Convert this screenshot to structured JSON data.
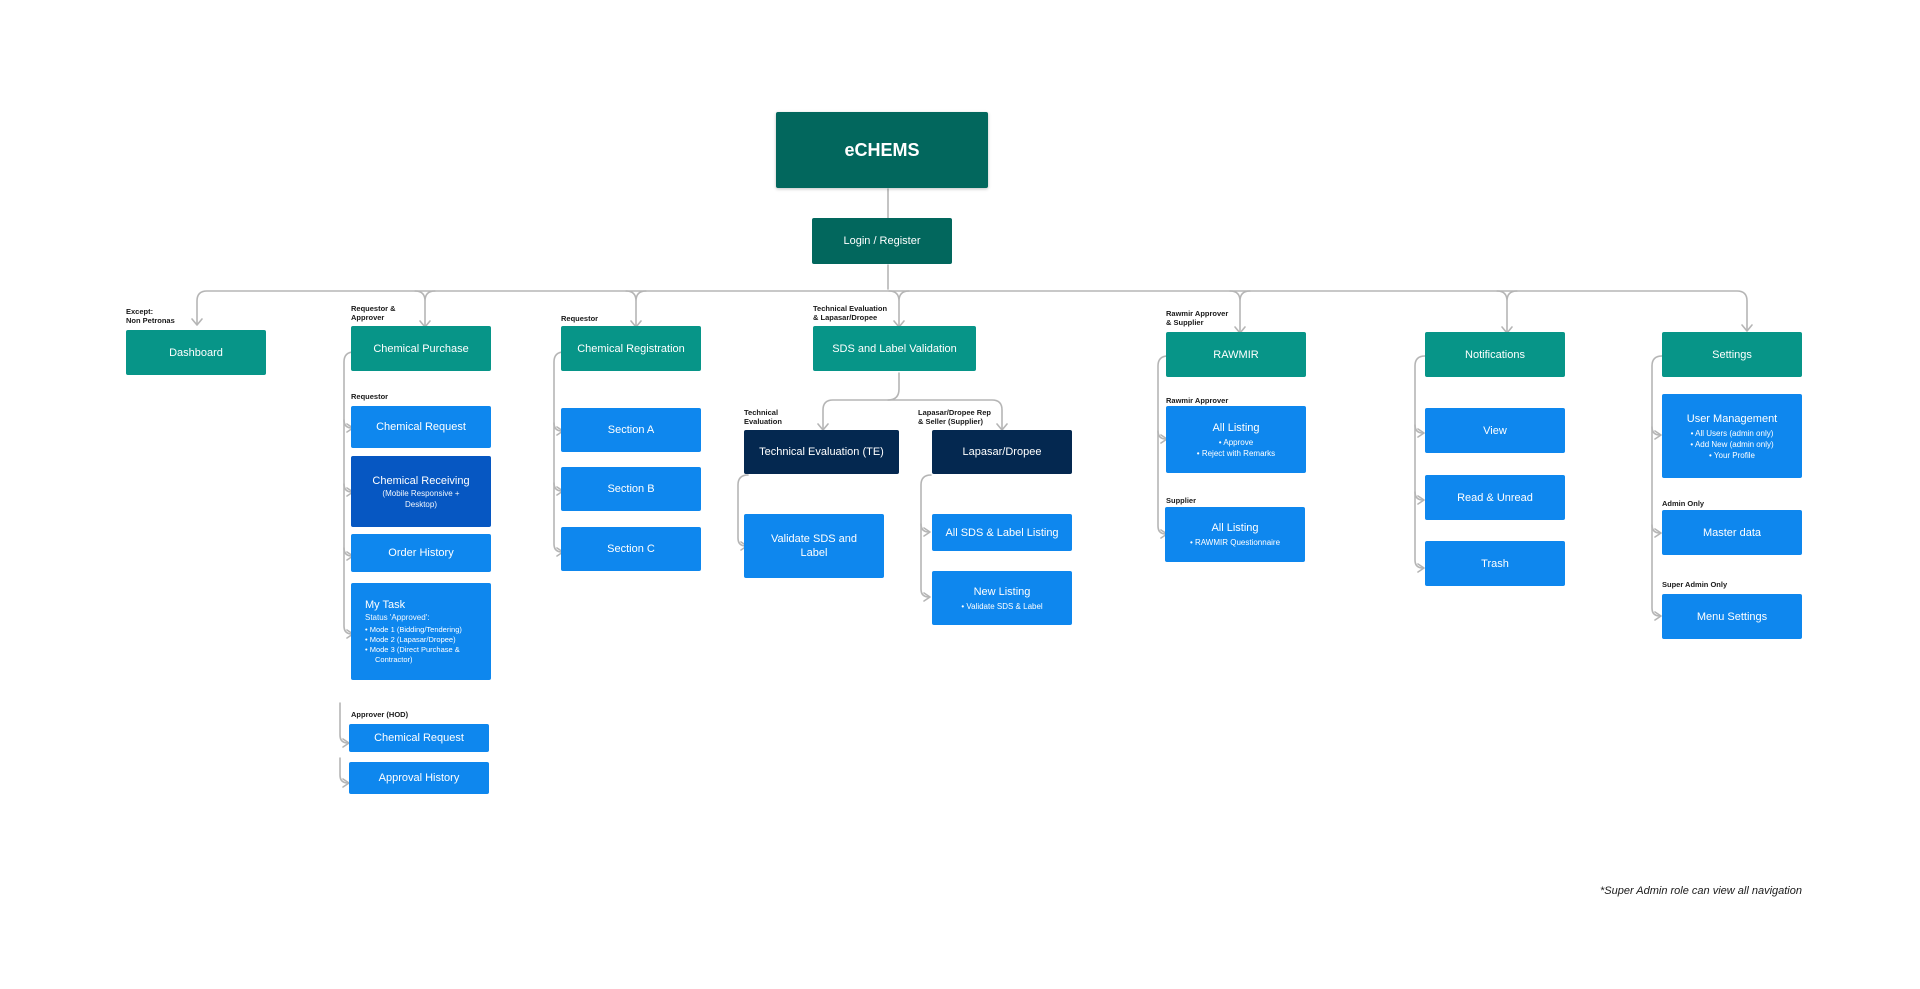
{
  "root": "eCHEMS",
  "login": "Login / Register",
  "dashboard": {
    "label": "Except:\nNon Petronas",
    "title": "Dashboard"
  },
  "purchase": {
    "label": "Requestor &\nApprover",
    "title": "Chemical Purchase",
    "requestor_label": "Requestor",
    "chemical_request": "Chemical Request",
    "receiving": "Chemical Receiving",
    "receiving_sub": "(Mobile Responsive +\nDesktop)",
    "order_history": "Order History",
    "my_task": "My Task",
    "my_task_status": "Status 'Approved':",
    "my_task_items": [
      "Mode 1 (Bidding/Tendering)",
      "Mode 2 (Lapasar/Dropee)",
      "Mode 3 (Direct Purchase & Contractor)"
    ],
    "approver_label": "Approver (HOD)",
    "approver_request": "Chemical Request",
    "approval_history": "Approval History"
  },
  "registration": {
    "label": "Requestor",
    "title": "Chemical Registration",
    "sections": [
      "Section A",
      "Section B",
      "Section C"
    ]
  },
  "sds": {
    "label": "Technical Evaluation\n& Lapasar/Dropee",
    "title": "SDS and Label Validation",
    "te_label": "Technical\nEvaluation",
    "te_title": "Technical Evaluation (TE)",
    "te_child": "Validate SDS and\nLabel",
    "lap_label": "Lapasar/Dropee Rep\n& Seller (Supplier)",
    "lap_title": "Lapasar/Dropee",
    "all_sds": "All SDS & Label Listing",
    "new_listing": "New Listing",
    "new_listing_items": [
      "Validate SDS & Label"
    ]
  },
  "rawmir": {
    "label": "Rawmir Approver\n& Supplier",
    "title": "RAWMIR",
    "approver_label": "Rawmir Approver",
    "listing1": "All Listing",
    "listing1_items": [
      "Approve",
      "Reject with Remarks"
    ],
    "supplier_label": "Supplier",
    "listing2": "All Listing",
    "listing2_items": [
      "RAWMIR Questionnaire"
    ]
  },
  "notifications": {
    "title": "Notifications",
    "items": [
      "View",
      "Read & Unread",
      "Trash"
    ]
  },
  "settings": {
    "title": "Settings",
    "user_mgmt": "User Management",
    "user_mgmt_items": [
      "All Users (admin only)",
      "Add New (admin only)",
      "Your Profile"
    ],
    "admin_label": "Admin Only",
    "master_data": "Master data",
    "super_label": "Super Admin Only",
    "menu_settings": "Menu Settings"
  },
  "footnote": "*Super Admin role can view all navigation",
  "colors": {
    "root": "#02675d",
    "teal": "#079588",
    "blue": "#0e87ee",
    "royal": "#0657c2",
    "navy": "#042850",
    "connector": "#b5b5b5"
  }
}
